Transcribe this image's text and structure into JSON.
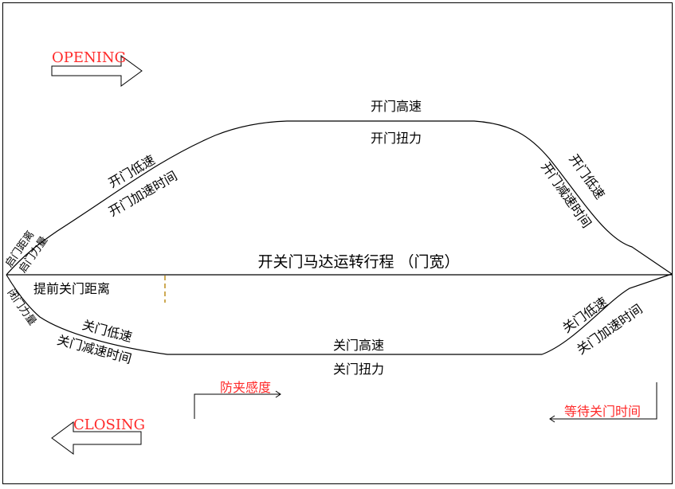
{
  "colors": {
    "line": "#000000",
    "accent_red": "#ff2a2a",
    "marker": "#b8860b",
    "background": "#ffffff"
  },
  "direction": {
    "opening": "OPENING",
    "closing": "CLOSING"
  },
  "opening": {
    "high_speed": "开门高速",
    "torque": "开门扭力",
    "low_speed_left": "开门低速",
    "accel_time": "开门加速时间",
    "low_speed_right": "开门低速",
    "decel_time": "开门减速时间",
    "start_distance": "启门距离",
    "start_force": "启门力量"
  },
  "center": {
    "travel": "开关门马达运转行程 （门宽）",
    "early_close": "提前关门距离"
  },
  "closing": {
    "close_force": "闭门力量",
    "low_speed_left": "关门低速",
    "decel_time": "关门减速时间",
    "high_speed": "关门高速",
    "torque": "关门扭力",
    "low_speed_right": "关门低速",
    "accel_time": "关门加速时间"
  },
  "anti_pinch": "防夹感度",
  "wait_close": "等待关门时间"
}
